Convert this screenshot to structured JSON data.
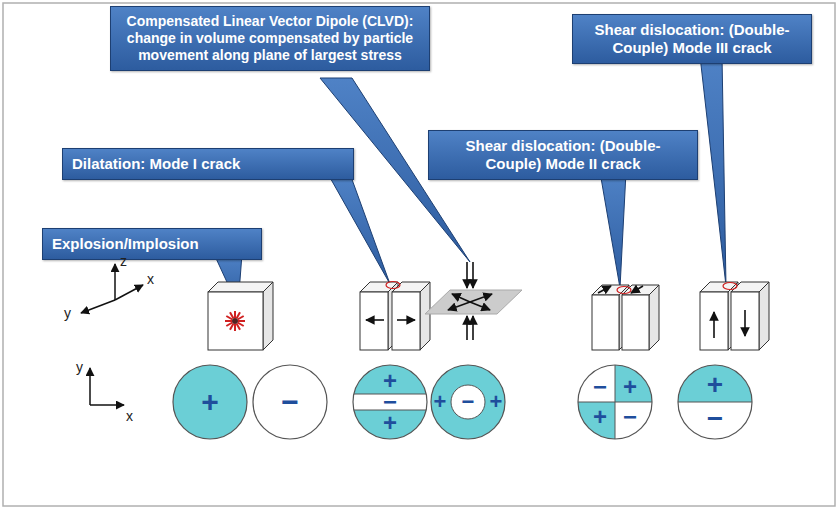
{
  "diagram": {
    "nodes": [
      {
        "text": [
          "Compensated Linear Vector Dipole (CLVD): change in volume compensated by particle movement along plane of largest stress"
        ]
      },
      {
        "text": [
          "Shear dislocation: (Double-Couple) Mode III crack"
        ]
      },
      {
        "text": [
          "Dilatation: Mode I crack"
        ]
      },
      {
        "text": [
          "Shear dislocation: (Double-Couple) Mode II crack"
        ]
      },
      {
        "text": [
          "Explosion/Implosion"
        ]
      },
      {
        "text": [
          "+"
        ]
      },
      {
        "text": [
          "−"
        ]
      },
      {
        "text": [
          "+",
          "−",
          "+"
        ]
      },
      {
        "text": [
          "+",
          "−",
          "+"
        ]
      },
      {
        "text": [
          "−",
          "+",
          "+",
          "−"
        ]
      },
      {
        "text": [
          "+",
          "−"
        ]
      }
    ],
    "labels": [
      "z",
      "y",
      "x",
      "y",
      "x"
    ]
  }
}
